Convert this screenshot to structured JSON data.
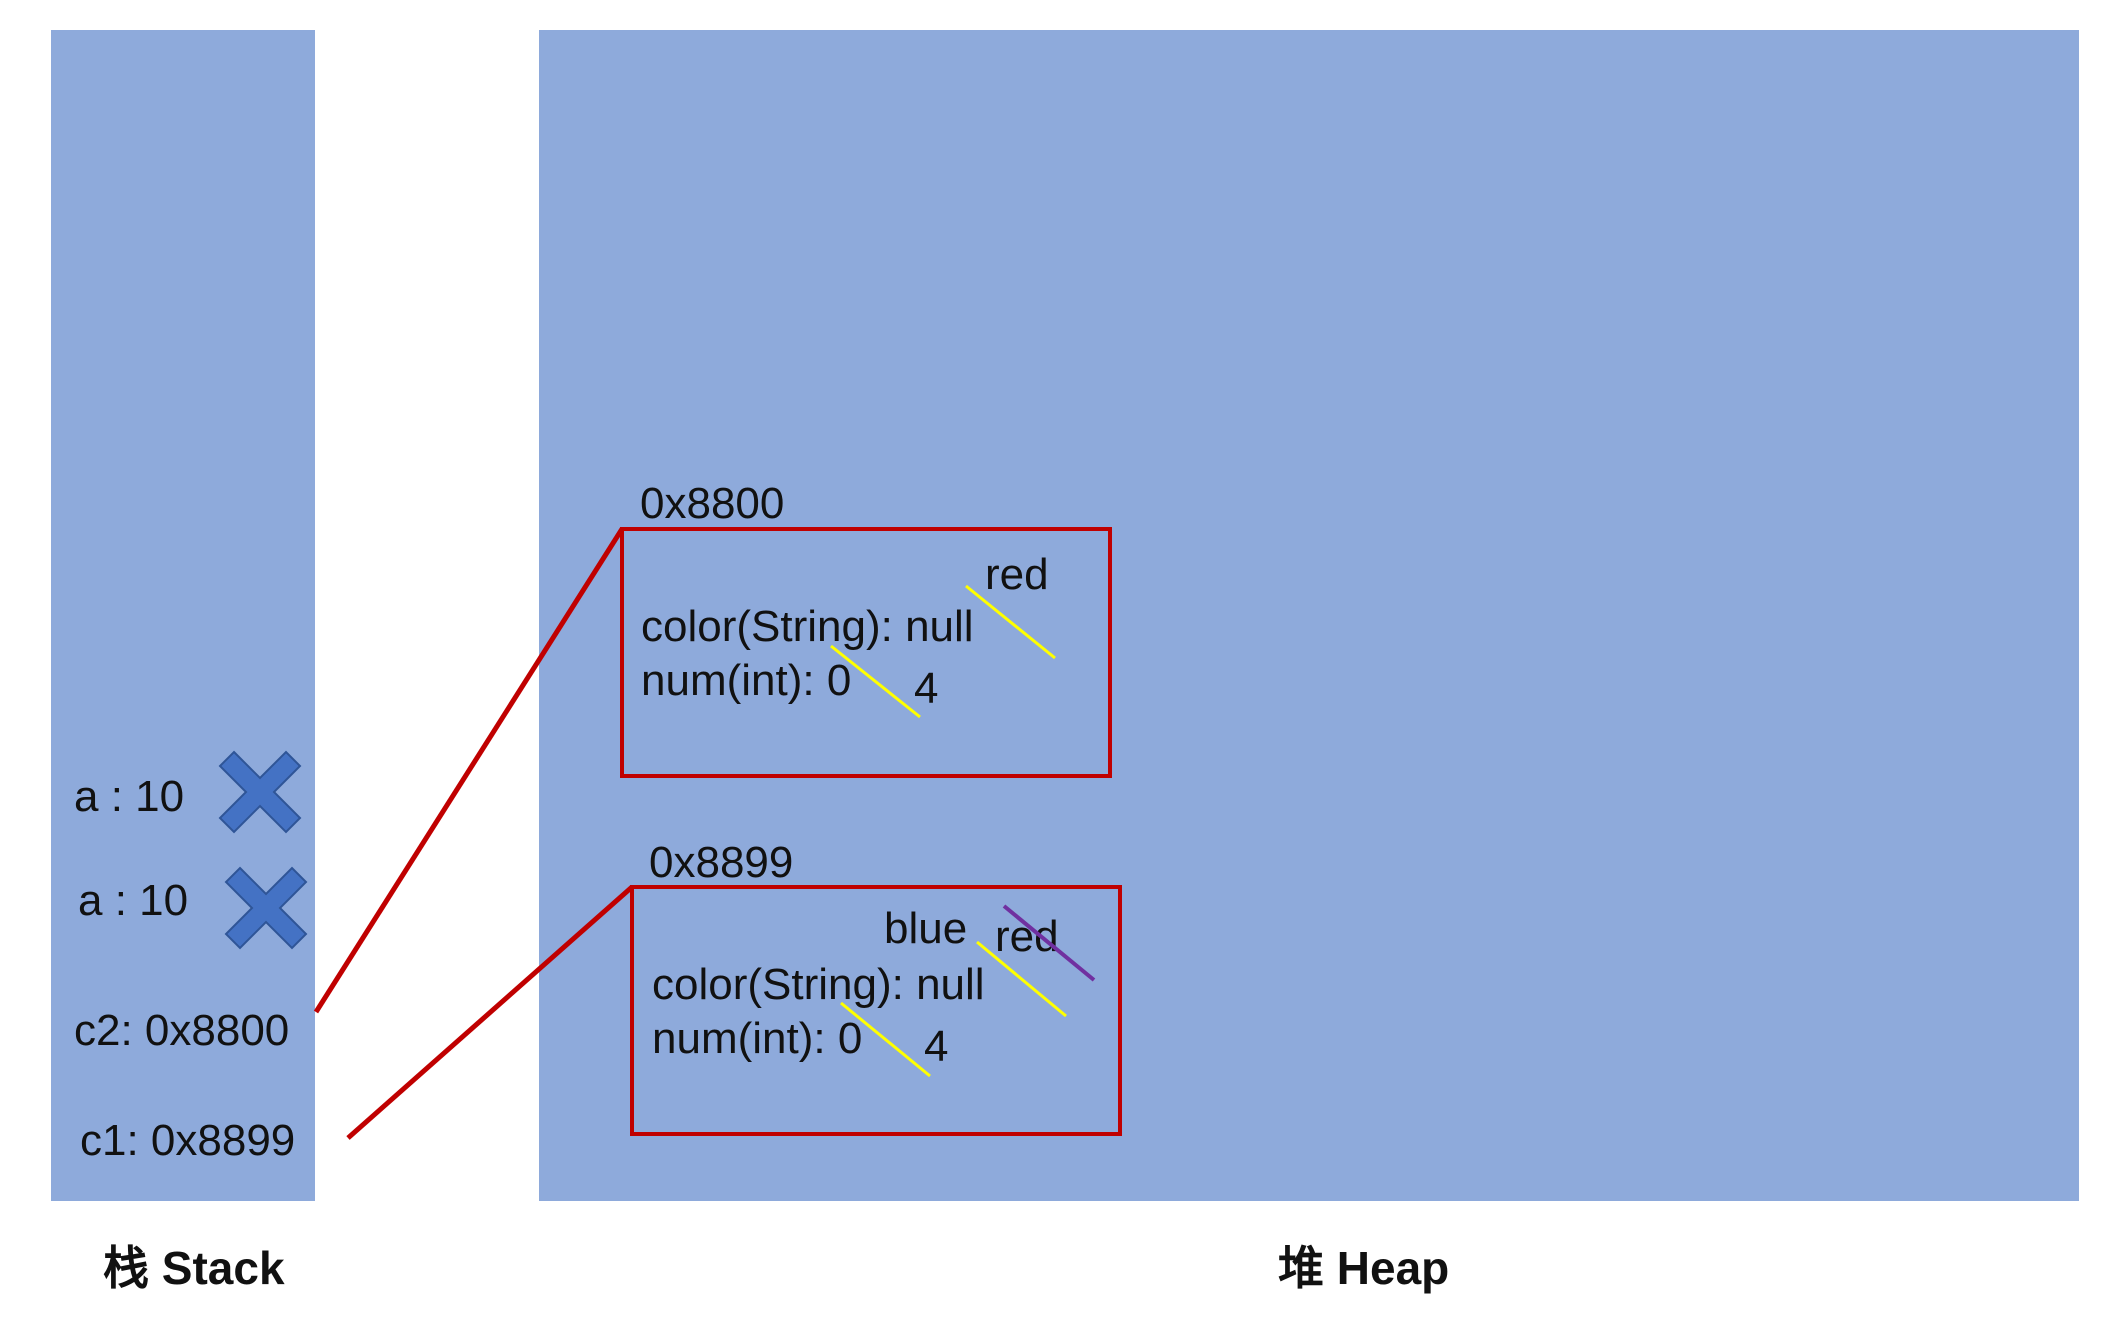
{
  "stack": {
    "title": "栈 Stack",
    "entries": [
      {
        "text": "a : 10",
        "crossed": true
      },
      {
        "text": "a : 10",
        "crossed": true
      },
      {
        "text": "c2: 0x8800"
      },
      {
        "text": "c1: 0x8899"
      }
    ]
  },
  "heap": {
    "title": "堆 Heap",
    "objects": [
      {
        "address": "0x8800",
        "color_line": "color(String): null",
        "num_line": "num(int): 0",
        "color_new_values": [
          "red"
        ],
        "num_new_value": "4"
      },
      {
        "address": "0x8899",
        "color_line": "color(String): null",
        "num_line": "num(int): 0",
        "color_new_values": [
          "blue",
          "red"
        ],
        "num_new_value": "4"
      }
    ]
  },
  "colors": {
    "region": "#8eaadb",
    "reference_arrow": "#c00000",
    "strike_yellow": "#ffff00",
    "strike_purple": "#7030a0",
    "cross_fill": "#4472c4",
    "cross_stroke": "#2f5597"
  }
}
